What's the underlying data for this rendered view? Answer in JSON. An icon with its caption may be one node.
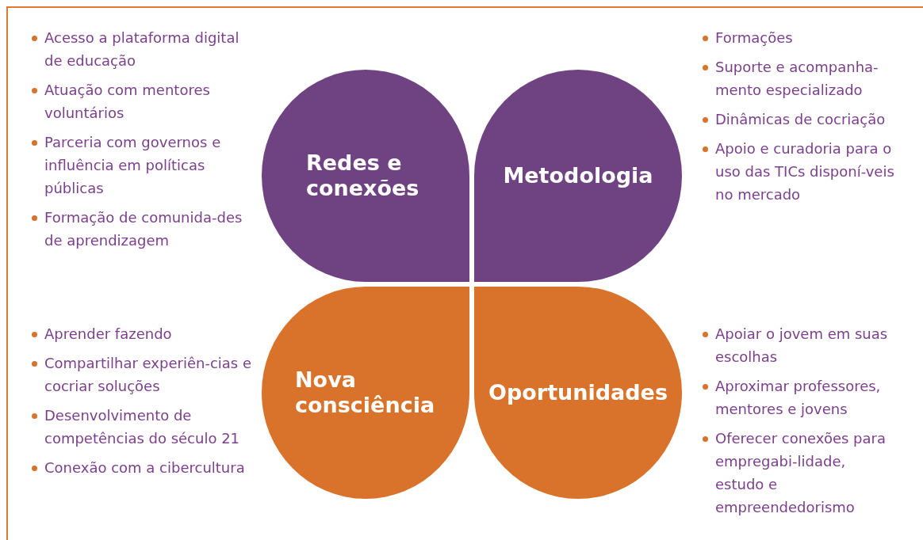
{
  "diagram": {
    "nodes": [
      {
        "text": [
          "Redes e conexões"
        ],
        "beside": [
          "Acesso a plataforma digital de educação",
          "Atuação com mentores voluntários",
          "Parceria com governos e influência em políticas públicas",
          "Formação de comunida-des de aprendizagem"
        ]
      },
      {
        "text": [
          "Metodologia"
        ],
        "beside": [
          "Formações",
          "Suporte e acompanha-mento especializado",
          "Dinâmicas de cocriação",
          "Apoio e curadoria para o uso das TICs disponí-veis no mercado"
        ]
      },
      {
        "text": [
          "Nova consciência"
        ],
        "beside": [
          "Aprender fazendo",
          "Compartilhar experiên-cias e cocriar soluções",
          "Desenvolvimento de competências do século 21",
          "Conexão com a cibercultura"
        ]
      },
      {
        "text": [
          "Oportunidades"
        ],
        "beside": [
          "Apoiar o jovem em suas escolhas",
          "Aproximar professores, mentores e jovens",
          "Oferecer conexões para empregabi-lidade, estudo e empreendedorismo"
        ]
      }
    ]
  }
}
